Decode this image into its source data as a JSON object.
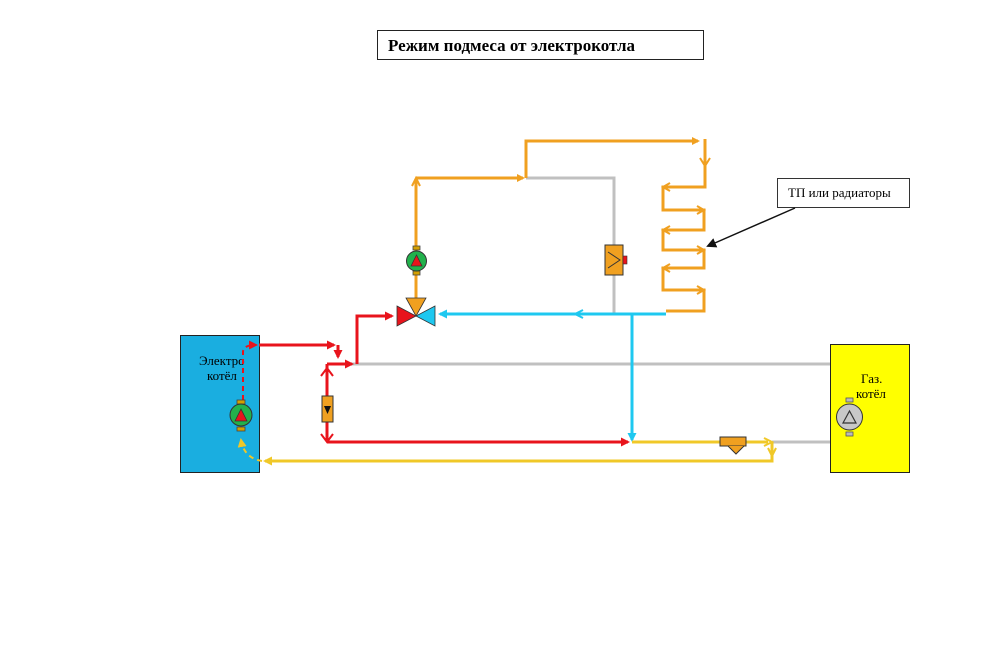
{
  "title": "Режим  подмеса от электрокотла",
  "callout": "ТП или радиаторы",
  "electric_boiler": {
    "line1": "Электро",
    "line2": "котёл"
  },
  "gas_boiler": {
    "line1": "Газ.",
    "line2": "котёл"
  },
  "colors": {
    "supply_hot": "#e8141c",
    "return_cold": "#1ec8f0",
    "mixed_flow": "#f0a020",
    "return_warm": "#f0c828",
    "inactive": "#c0c0c0",
    "electric_boiler": "#1aaee0",
    "gas_boiler": "#ffff00",
    "pump_body": "#22b14c"
  },
  "icons": [
    "pump-icon",
    "three-way-valve-icon",
    "check-valve-icon",
    "bypass-valve-icon",
    "filter-icon",
    "gas-pump-icon"
  ]
}
